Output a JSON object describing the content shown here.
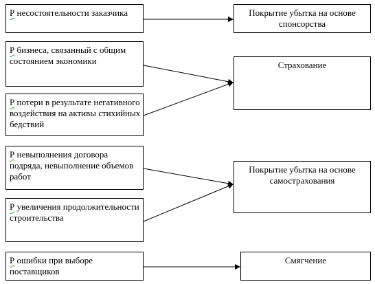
{
  "left_boxes": [
    {
      "prefix": "Р",
      "text": " несостоятельности заказчика"
    },
    {
      "prefix": "Р",
      "text": " бизнеса, связанный с общим состоянием экономики"
    },
    {
      "prefix": "Р",
      "text": " потери в результате негативного воздействия на активы стихийных бедствий"
    },
    {
      "prefix": "Р",
      "text": " невыполнения договора подряда, невыполнение объемов работ"
    },
    {
      "prefix": "Р",
      "text": " увеличения продолжительности строительства"
    },
    {
      "prefix": "Р",
      "text": " ошибки при выборе поставщиков"
    }
  ],
  "right_boxes": [
    {
      "text": "Покрытие убытка на основе спонсорства"
    },
    {
      "text": "Страхование"
    },
    {
      "text": "Покрытие убытка на основе самострахования"
    },
    {
      "text": "Смягчение"
    }
  ]
}
